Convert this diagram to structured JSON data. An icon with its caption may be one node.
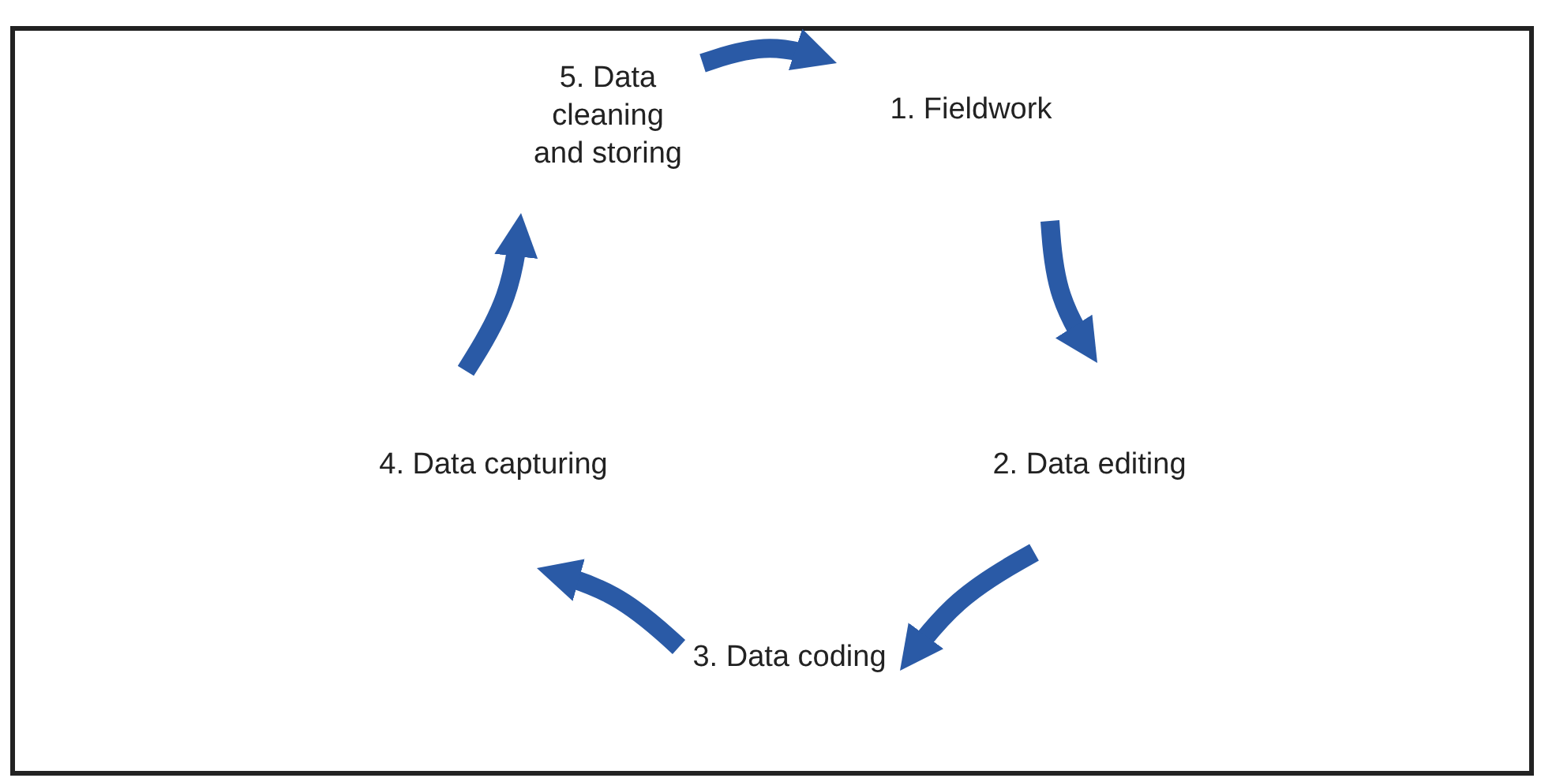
{
  "diagram": {
    "nodes": [
      {
        "text": [
          "1. Fieldwork"
        ]
      },
      {
        "text": [
          "2. Data editing"
        ]
      },
      {
        "text": [
          "3. Data coding"
        ]
      },
      {
        "text": [
          "4. Data capturing"
        ]
      },
      {
        "text": [
          "5. Data cleaning and storing"
        ]
      }
    ],
    "edges": [
      {
        "from": 4,
        "to": 0,
        "arrow": "to"
      },
      {
        "from": 0,
        "to": 1,
        "arrow": "to"
      },
      {
        "from": 1,
        "to": 2,
        "arrow": "to"
      },
      {
        "from": 2,
        "to": 3,
        "arrow": "to"
      },
      {
        "from": 3,
        "to": 4,
        "arrow": "to"
      }
    ]
  }
}
